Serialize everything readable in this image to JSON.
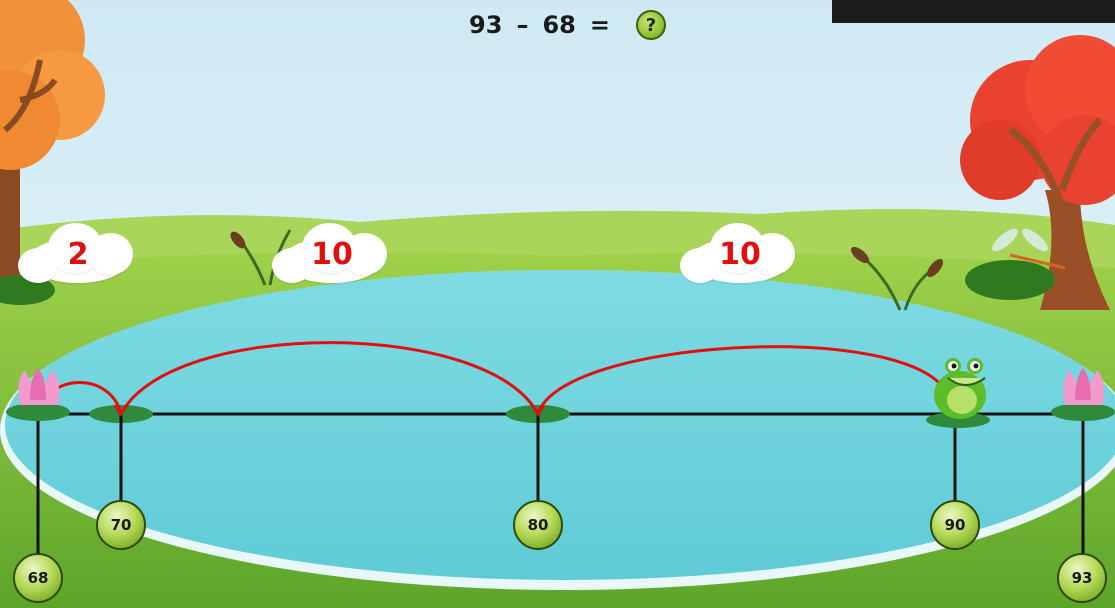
{
  "equation": {
    "minuend": "93",
    "operator": "–",
    "subtrahend": "68",
    "equals": "=",
    "answer_button": "?"
  },
  "number_line": {
    "ticks": [
      {
        "value": "68"
      },
      {
        "value": "70"
      },
      {
        "value": "80"
      },
      {
        "value": "90"
      },
      {
        "value": "93"
      }
    ]
  },
  "jump_clouds": [
    {
      "label": "2"
    },
    {
      "label": "10"
    },
    {
      "label": "10"
    }
  ],
  "colors": {
    "sky_top": "#cfe9f4",
    "pond": "#6fd5de",
    "grass": "#8cc63f",
    "jump_arc": "#e01010",
    "cloud_text": "#e01010"
  }
}
